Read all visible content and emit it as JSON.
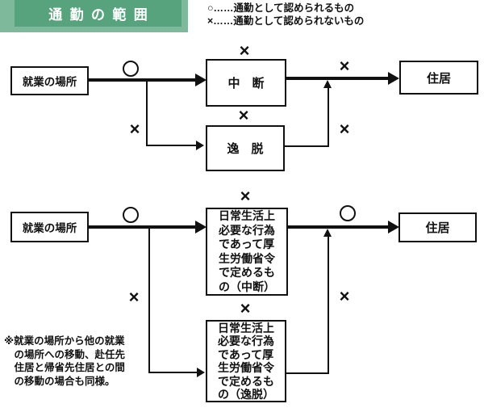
{
  "header": {
    "title": "通勤の範囲"
  },
  "legend": {
    "allowed": "○……通勤として認められるもの",
    "not_allowed": "×……通勤として認められないもの"
  },
  "marks": {
    "allowed": "○",
    "not_allowed": "×"
  },
  "diagram_top": {
    "work": "就業の場所",
    "interruption": "中　断",
    "deviation": "逸　脱",
    "residence": "住居"
  },
  "diagram_bottom": {
    "work": "就業の場所",
    "interruption": "日常生活上\n必要な行為\nであって厚\n生労働省令\nで定めるも\nの（中断）",
    "deviation": "日常生活上\n必要な行為\nであって厚\n生労働省令\nで定めるも\nの（逸脱）",
    "residence": "住居"
  },
  "note": "※就業の場所から他の就業\n　の場所への移動、赴任先\n　住居と帰省先住居との間\n　の移動の場合も同様。",
  "colors": {
    "header_green": "#57a37d",
    "header_light_green": "#7fb99c",
    "line_color": "#111111"
  }
}
